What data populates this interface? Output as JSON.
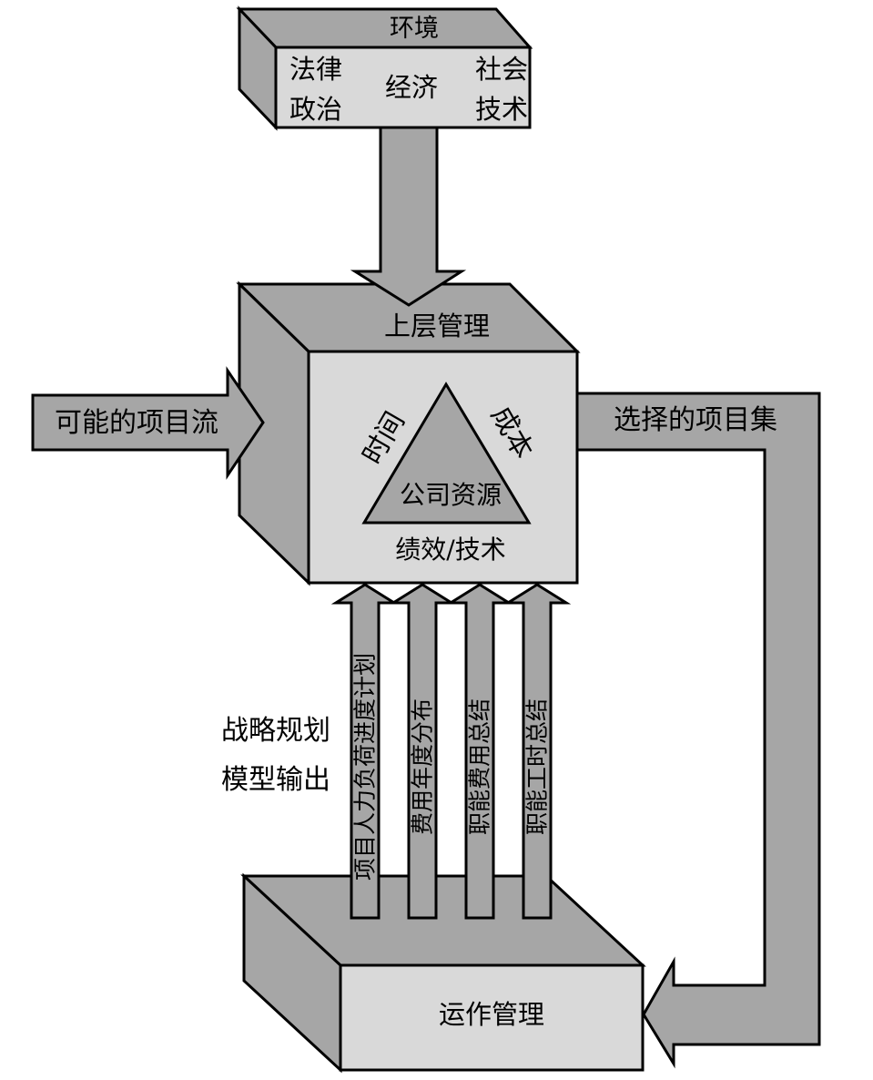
{
  "colors": {
    "dark": "#a6a6a6",
    "light": "#d9d9d9",
    "outline": "#000000"
  },
  "environment": {
    "title": "环境",
    "law": "法律",
    "politics": "政治",
    "economy": "经济",
    "society": "社会",
    "technology": "技术"
  },
  "upper_management": {
    "title": "上层管理",
    "time": "时间",
    "cost": "成本",
    "resources": "公司资源",
    "performance": "绩效/技术"
  },
  "possible_projects": "可能的项目流",
  "selected_projects": "选择的项目集",
  "strategy_output": {
    "line1": "战略规划",
    "line2": "模型输出"
  },
  "outputs": [
    "项目人力负荷进度计划",
    "费用年度分布",
    "职能费用总结",
    "职能工时总结"
  ],
  "operations_management": "运作管理"
}
